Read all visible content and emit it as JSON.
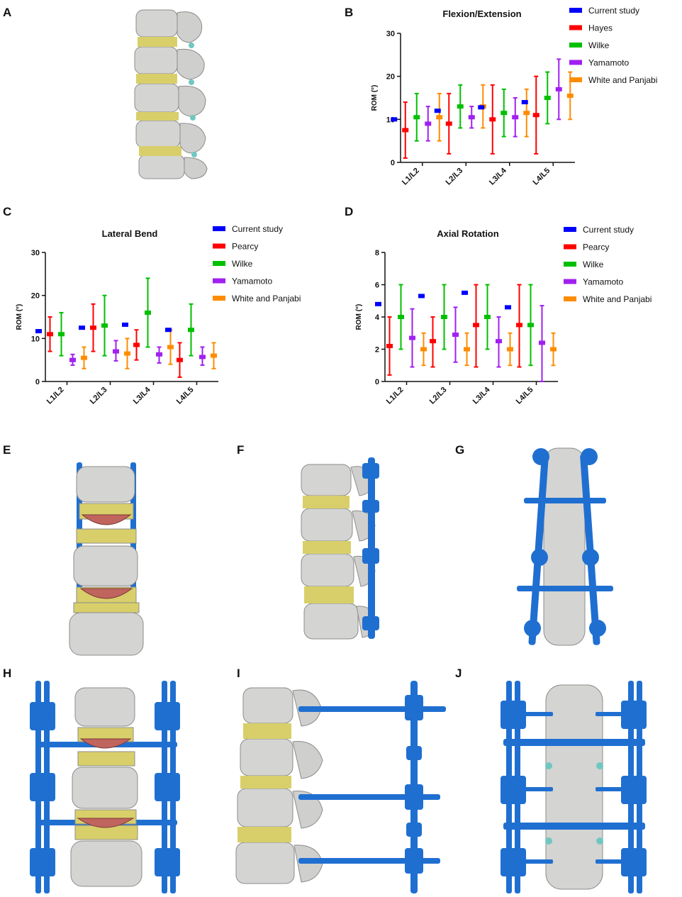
{
  "panels": {
    "A": "A",
    "B": "B",
    "C": "C",
    "D": "D",
    "E": "E",
    "F": "F",
    "G": "G",
    "H": "H",
    "I": "I",
    "J": "J"
  },
  "colors": {
    "bone": "#d4d4d2",
    "disc": "#d8cf6a",
    "implant": "#1f6fd1",
    "nucleus": "#c0645e",
    "facet": "#6fc8c0"
  },
  "chart_data": [
    {
      "id": "B",
      "type": "errorbar",
      "title": "Flexion/Extension",
      "xlabel": "",
      "ylabel": "ROM (°)",
      "ylim": [
        0,
        30
      ],
      "yticks": [
        0,
        10,
        20,
        30
      ],
      "categories": [
        "L1/L2",
        "L2/L3",
        "L3/L4",
        "L4/L5"
      ],
      "legend_position": "right",
      "series": [
        {
          "name": "Current study",
          "color": "#0000ff",
          "values": [
            10,
            12,
            12.8,
            14
          ],
          "low": [
            null,
            null,
            null,
            null
          ],
          "high": [
            null,
            null,
            null,
            null
          ]
        },
        {
          "name": "Hayes",
          "color": "#ff0000",
          "values": [
            7.5,
            9,
            10,
            11
          ],
          "low": [
            1,
            2,
            2,
            2
          ],
          "high": [
            14,
            16,
            18,
            20
          ]
        },
        {
          "name": "Wilke",
          "color": "#00c000",
          "values": [
            10.5,
            13,
            11.5,
            15
          ],
          "low": [
            5,
            8,
            6,
            9
          ],
          "high": [
            16,
            18,
            17,
            21
          ]
        },
        {
          "name": "Yamamoto",
          "color": "#a020f0",
          "values": [
            9,
            10.5,
            10.5,
            17
          ],
          "low": [
            5,
            8,
            6,
            10
          ],
          "high": [
            13,
            13,
            15,
            24
          ]
        },
        {
          "name": "White and Panjabi",
          "color": "#ff8c00",
          "values": [
            10.5,
            13,
            11.5,
            15.5
          ],
          "low": [
            5,
            8,
            6,
            10
          ],
          "high": [
            16,
            18,
            17,
            21
          ]
        }
      ]
    },
    {
      "id": "C",
      "type": "errorbar",
      "title": "Lateral Bend",
      "xlabel": "",
      "ylabel": "ROM (°)",
      "ylim": [
        0,
        30
      ],
      "yticks": [
        0,
        10,
        20,
        30
      ],
      "categories": [
        "L1/L2",
        "L2/L3",
        "L3/L4",
        "L4/L5"
      ],
      "legend_position": "right",
      "series": [
        {
          "name": "Current study",
          "color": "#0000ff",
          "values": [
            11.7,
            12.5,
            13.2,
            12
          ],
          "low": [
            null,
            null,
            null,
            null
          ],
          "high": [
            null,
            null,
            null,
            null
          ]
        },
        {
          "name": "Pearcy",
          "color": "#ff0000",
          "values": [
            11,
            12.5,
            8.5,
            5
          ],
          "low": [
            7,
            7,
            5,
            1
          ],
          "high": [
            15,
            18,
            12,
            9
          ]
        },
        {
          "name": "Wilke",
          "color": "#00c000",
          "values": [
            11,
            13,
            16,
            12
          ],
          "low": [
            6,
            6,
            8,
            6
          ],
          "high": [
            16,
            20,
            24,
            18
          ]
        },
        {
          "name": "Yamamoto",
          "color": "#a020f0",
          "values": [
            5,
            7,
            6.3,
            5.7
          ],
          "low": [
            3.8,
            4.8,
            4.3,
            3.8
          ],
          "high": [
            6.3,
            9.5,
            8,
            8
          ]
        },
        {
          "name": "White and Panjabi",
          "color": "#ff8c00",
          "values": [
            5.5,
            6.5,
            8,
            6
          ],
          "low": [
            3,
            3,
            4,
            3
          ],
          "high": [
            8,
            10,
            12,
            9
          ]
        }
      ]
    },
    {
      "id": "D",
      "type": "errorbar",
      "title": "Axial Rotation",
      "xlabel": "",
      "ylabel": "ROM (°)",
      "ylim": [
        0,
        8
      ],
      "yticks": [
        0,
        2,
        4,
        6,
        8
      ],
      "categories": [
        "L1/L2",
        "L2/L3",
        "L3/L4",
        "L4/L5"
      ],
      "legend_position": "right",
      "series": [
        {
          "name": "Current study",
          "color": "#0000ff",
          "values": [
            4.8,
            5.3,
            5.5,
            4.6
          ],
          "low": [
            null,
            null,
            null,
            null
          ],
          "high": [
            null,
            null,
            null,
            null
          ]
        },
        {
          "name": "Pearcy",
          "color": "#ff0000",
          "values": [
            2.2,
            2.5,
            3.5,
            3.5
          ],
          "low": [
            0.4,
            0.9,
            0.9,
            0.9
          ],
          "high": [
            4,
            4,
            6,
            6
          ]
        },
        {
          "name": "Wilke",
          "color": "#00c000",
          "values": [
            4,
            4,
            4,
            3.5
          ],
          "low": [
            2,
            2,
            2,
            1
          ],
          "high": [
            6,
            6,
            6,
            6
          ]
        },
        {
          "name": "Yamamoto",
          "color": "#a020f0",
          "values": [
            2.7,
            2.9,
            2.5,
            2.4
          ],
          "low": [
            0.9,
            1.2,
            0.9,
            0
          ],
          "high": [
            4.5,
            4.6,
            4,
            4.7
          ]
        },
        {
          "name": "White and Panjabi",
          "color": "#ff8c00",
          "values": [
            2,
            2,
            2,
            2
          ],
          "low": [
            1,
            1,
            1,
            1
          ],
          "high": [
            3,
            3,
            3,
            3
          ]
        }
      ]
    }
  ]
}
